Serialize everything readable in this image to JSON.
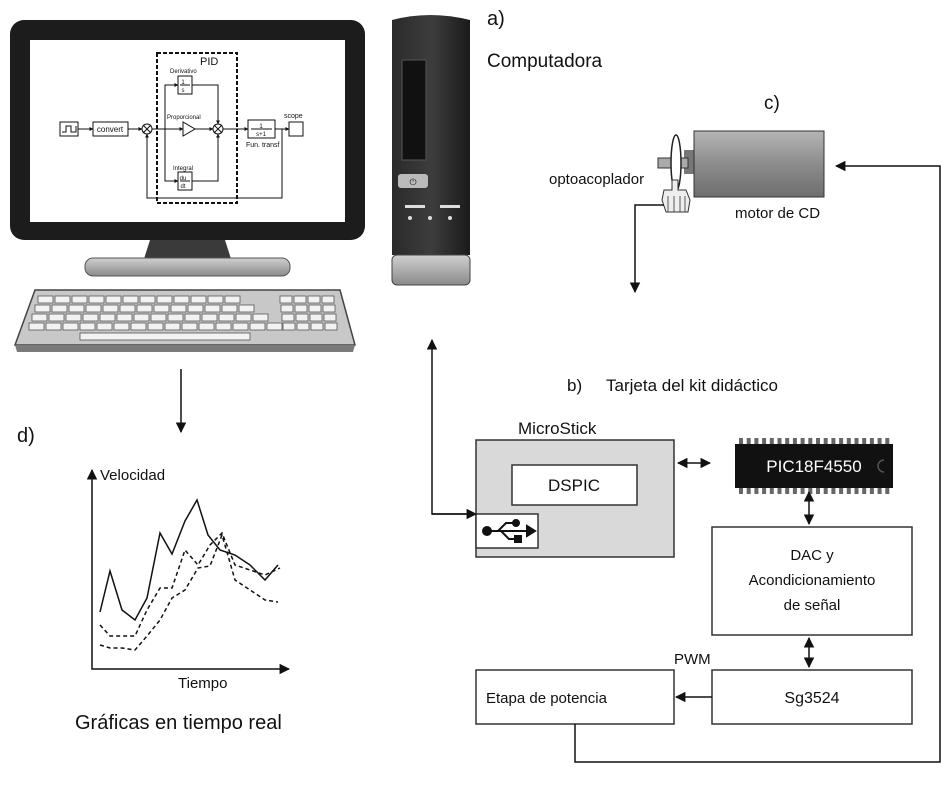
{
  "labels": {
    "a": "a)",
    "computadora": "Computadora",
    "c": "c)",
    "optoacoplador": "optoacoplador",
    "motor": "motor de CD",
    "b": "b)",
    "tarjeta": "Tarjeta del kit didáctico",
    "d": "d)",
    "microstick": "MicroStick",
    "dspic": "DSPIC",
    "pic": "PIC18F4550",
    "dac_line1": "DAC y",
    "dac_line2": "Acondicionamiento",
    "dac_line3": "de señal",
    "pwm": "PWM",
    "sg": "Sg3524",
    "etapa": "Etapa de potencia",
    "graficas": "Gráficas en tiempo real"
  },
  "graph": {
    "ylabel": "Velocidad",
    "xlabel": "Tiempo"
  },
  "simulink": {
    "pid": "PID",
    "derivativo": "Derivativo",
    "proporcional": "Proporcional",
    "integral": "Integral",
    "convert": "convert",
    "fun_transf": "Fun. transf",
    "scope": "scope",
    "deriv_num": "1",
    "deriv_den": "s",
    "tf_num": "1",
    "tf_den": "s+1",
    "int_num": "du",
    "int_den": "dt"
  },
  "colors": {
    "block_fill": "#d9d9d9",
    "chip_fill": "#111111",
    "motor_fill": "#9a9a9a",
    "monitor_bezel": "#1c1c1c"
  }
}
